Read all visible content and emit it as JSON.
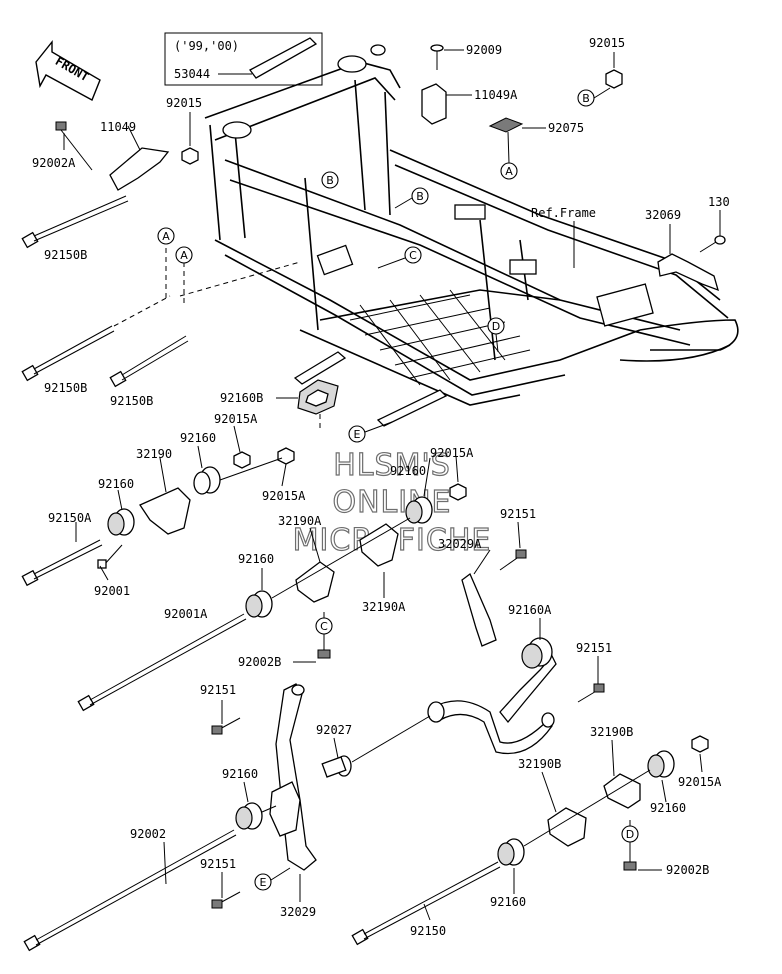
{
  "front_label": "FRONT",
  "inset": {
    "line1": "('99,'00)",
    "line2": "53044"
  },
  "frame_ref": "Ref.Frame",
  "watermark": [
    "HLSM'S",
    "ONLINE",
    "MICROFICHE"
  ],
  "ref_letters": {
    "a": "A",
    "b": "B",
    "c": "C",
    "d": "D",
    "e": "E"
  },
  "parts": {
    "p92009": "92009",
    "p92015_top": "92015",
    "p11049A": "11049A",
    "p92075": "92075",
    "p11049": "11049",
    "p92015_left": "92015",
    "p92002A": "92002A",
    "p92150B_top": "92150B",
    "p92150B_a": "92150B",
    "p92150B_b": "92150B",
    "p92160B": "92160B",
    "p32069": "32069",
    "p130": "130",
    "p92015A_a": "92015A",
    "p92160_a": "92160",
    "p32190": "32190",
    "p92160_b": "92160",
    "p92150A": "92150A",
    "p92001": "92001",
    "p92015A_b": "92015A",
    "p92015A_c": "92015A",
    "p92160_c": "92160",
    "p32190A_a": "32190A",
    "p32190A_b": "32190A",
    "p92160_d": "92160",
    "p32029A": "32029A",
    "p92151_a": "92151",
    "p92001A": "92001A",
    "p92002B_a": "92002B",
    "p92160A": "92160A",
    "p92151_b": "92151",
    "p92151_c": "92151",
    "p92027": "92027",
    "p92160_e": "92160",
    "p92002": "92002",
    "p92151_d": "92151",
    "p32029": "32029",
    "p32190B_a": "32190B",
    "p32190B_b": "32190B",
    "p92015A_d": "92015A",
    "p92160_f": "92160",
    "p92002B_b": "92002B",
    "p92160_g": "92160",
    "p92150": "92150"
  }
}
